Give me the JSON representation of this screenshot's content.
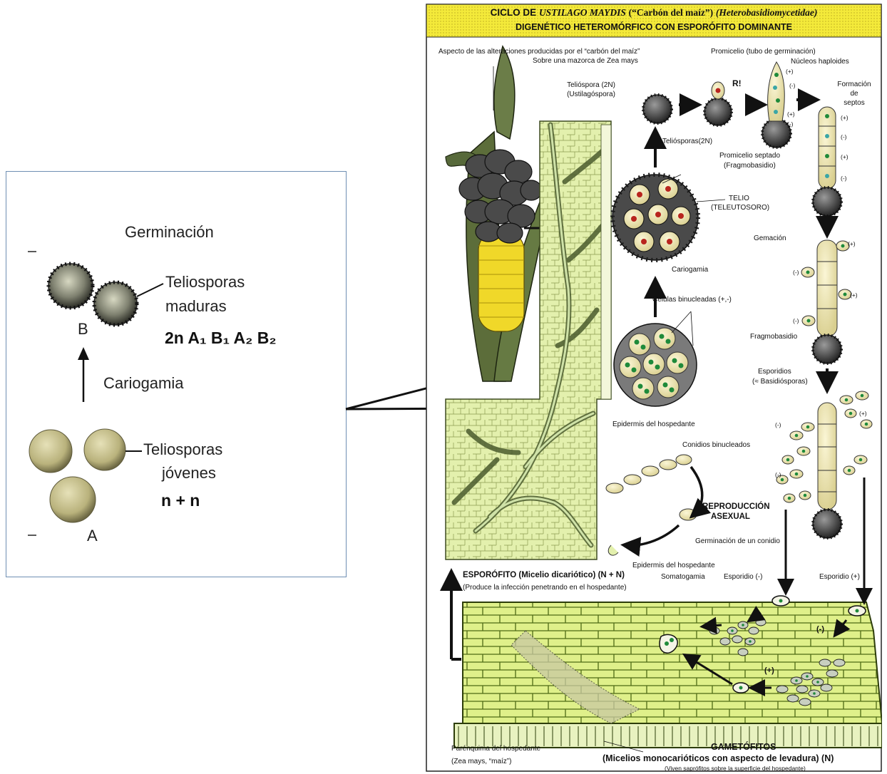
{
  "inset": {
    "germination": "Germinación",
    "mature_label_1": "Teliosporas",
    "mature_label_2": "maduras",
    "mature_formula": "2n A₁ B₁ A₂ B₂",
    "mature_letter": "B",
    "karyogamy": "Cariogamia",
    "young_label_1": "Teliosporas",
    "young_label_2": "jóvenes",
    "young_formula": "n + n",
    "young_letter": "A"
  },
  "diagram": {
    "title_line1_a": "CICLO DE",
    "title_line1_b": "USTILAGO MAYDIS",
    "title_line1_c": "(“Carbón del maíz”)",
    "title_line1_d": "(Heterobasidiomycetidae)",
    "title_line2": "DIGENÉTICO HETEROMÓRFICO CON ESPORÓFITO DOMINANTE",
    "corn_note_1": "Aspecto de las alteraciones producidas por el “carbón del maíz”",
    "corn_note_2": "Sobre una mazorca de Zea mays",
    "teliospore_2n_1": "Telióspora (2N)",
    "teliospore_2n_2": "(Ustilagóspora)",
    "teliospore_2n_b": "Teliósporas(2N)",
    "r_bang": "R!",
    "promycelium": "Promicelio (tubo de germinación)",
    "haploid_nuclei": "Núcleos haploides",
    "septa_1": "Formación",
    "septa_2": "de",
    "septa_3": "septos",
    "septate_1": "Promicelio septado",
    "septate_2": "(Fragmobasidio)",
    "telio_1": "TELIO",
    "telio_2": "(TELEUTOSORO)",
    "cariogamia": "Cariogamia",
    "gemacion": "Gemación",
    "binucleate_cells": "Células binucleadas (+,-)",
    "fragmobasidio": "Fragmobasidio",
    "esporidios_1": "Esporidios",
    "esporidios_2": "(≈ Basidiósporas)",
    "epidermis_1": "Epidermis del hospedante",
    "conidia": "Conidios binucleados",
    "asexual_1": "REPRODUCCIÓN",
    "asexual_2": "ASEXUAL",
    "conidium_germ": "Germinación de un conidio",
    "sporophyte": "ESPORÓFITO (Micelio dicariótico) (N + N)",
    "sporophyte_sub": "(Produce la infección penetrando en el hospedante)",
    "epidermis_2": "Epidermis del hospedante",
    "somatogamy": "Somatogamia",
    "sporidium_minus": "Esporidio (-)",
    "sporidium_plus": "Esporidio (+)",
    "gametophytes_1": "GAMETÓFITOS",
    "gametophytes_2": "(Micelios monocarióticos con aspecto de levadura) (N)",
    "gametophytes_3": "(Viven saprófitos sobre la superficie del hospedante)",
    "parenchyma": "Parénquima del hospedante",
    "zea": "(Zea mays, “maíz”)",
    "plus": "(+)",
    "minus": "(-)"
  },
  "colors": {
    "title_bg": "#f4ea3a",
    "tissue": "#e3f0ad",
    "cell_line": "#6b7c3a",
    "spore_dark": "#3d3d3d",
    "spore_young": "#c9c28e",
    "nucleus_green": "#1f8a3a",
    "nucleus_red": "#b8251e",
    "inset_border": "#6f8fb3"
  }
}
